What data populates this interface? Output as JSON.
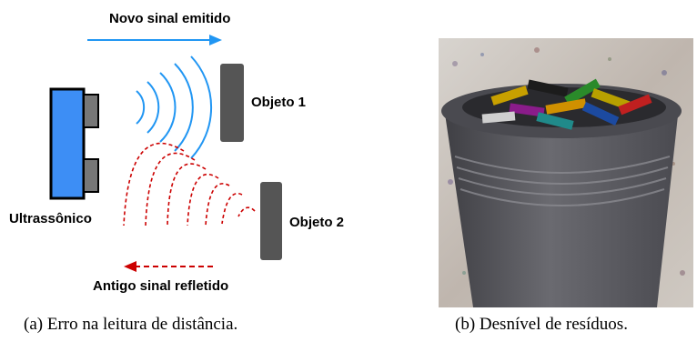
{
  "figure_a": {
    "new_signal_label": "Novo sinal emitido",
    "old_signal_label": "Antigo sinal refletido",
    "object1_label": "Objeto 1",
    "object2_label": "Objeto 2",
    "sensor_label": "Ultrassônico",
    "caption": "(a) Erro na leitura de distância.",
    "colors": {
      "sensor": "#3d8ef5",
      "emitted": "#2196f3",
      "reflected": "#cc0000",
      "object": "#555555"
    }
  },
  "figure_b": {
    "caption": "(b) Desnível de resíduos."
  }
}
